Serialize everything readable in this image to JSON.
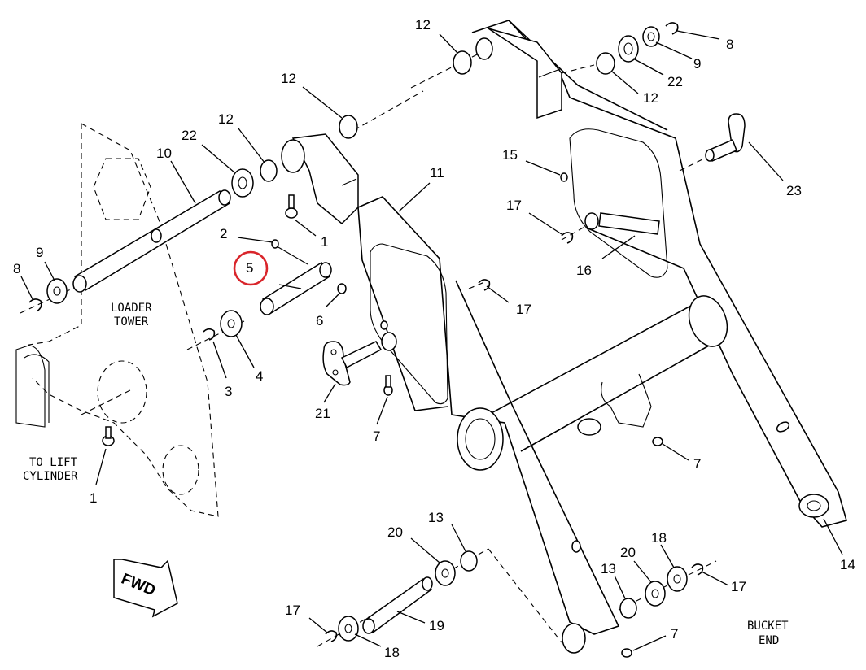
{
  "callouts": {
    "c12a": "12",
    "c8a": "8",
    "c9a": "9",
    "c22a": "22",
    "c12b": "12",
    "c12c": "12",
    "c12d": "12",
    "c22b": "22",
    "c10": "10",
    "c11": "11",
    "c15": "15",
    "c23": "23",
    "c17a": "17",
    "c16": "16",
    "c2": "2",
    "c1a": "1",
    "c5": "5",
    "c9b": "9",
    "c8b": "8",
    "c6": "6",
    "c17b": "17",
    "c3": "3",
    "c4": "4",
    "c21": "21",
    "c7a": "7",
    "c7b": "7",
    "c1b": "1",
    "c14": "14",
    "c13a": "13",
    "c20a": "20",
    "c18a": "18",
    "c20b": "20",
    "c13b": "13",
    "c17c": "17",
    "c19": "19",
    "c17d": "17",
    "c18b": "18",
    "c7c": "7"
  },
  "labels": {
    "loader_line1": "LOADER",
    "loader_line2": "TOWER",
    "lift_line1": "TO LIFT",
    "lift_line2": "CYLINDER",
    "bucket_line1": "BUCKET",
    "bucket_line2": "END",
    "fwd": "FWD"
  },
  "highlight": {
    "color": "#d9252b",
    "callout": "5"
  }
}
